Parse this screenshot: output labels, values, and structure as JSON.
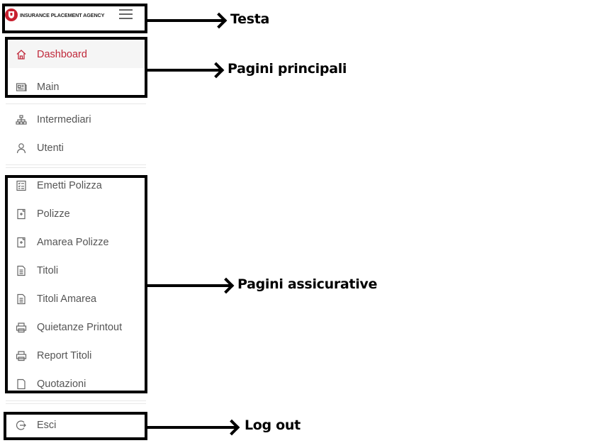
{
  "header": {
    "logo_text": "INSURANCE PLACEMENT AGENCY",
    "brand_color": "#c8202f"
  },
  "menu": {
    "main": [
      {
        "label": "Dashboard",
        "icon": "home-icon",
        "active": true
      },
      {
        "label": "Main",
        "icon": "newspaper-icon"
      }
    ],
    "admin": [
      {
        "label": "Intermediari",
        "icon": "sitemap-icon"
      },
      {
        "label": "Utenti",
        "icon": "user-icon"
      }
    ],
    "insurance": [
      {
        "label": "Emetti Polizza",
        "icon": "checklist-icon"
      },
      {
        "label": "Polizze",
        "icon": "document-plus-icon"
      },
      {
        "label": "Amarea Polizze",
        "icon": "document-plus-icon"
      },
      {
        "label": "Titoli",
        "icon": "document-lines-icon"
      },
      {
        "label": "Titoli Amarea",
        "icon": "document-lines-icon"
      },
      {
        "label": "Quietanze Printout",
        "icon": "printer-icon"
      },
      {
        "label": "Report Titoli",
        "icon": "printer-icon"
      },
      {
        "label": "Quotazioni",
        "icon": "document-icon"
      }
    ],
    "logout": {
      "label": "Esci",
      "icon": "logout-icon"
    }
  },
  "annotations": {
    "header": "Testa",
    "main_pages": "Pagini principali",
    "insurance_pages": "Pagini assicurative",
    "logout": "Log out"
  },
  "colors": {
    "active_text": "#c0283a",
    "text": "#555555",
    "annotation": "#000000"
  }
}
